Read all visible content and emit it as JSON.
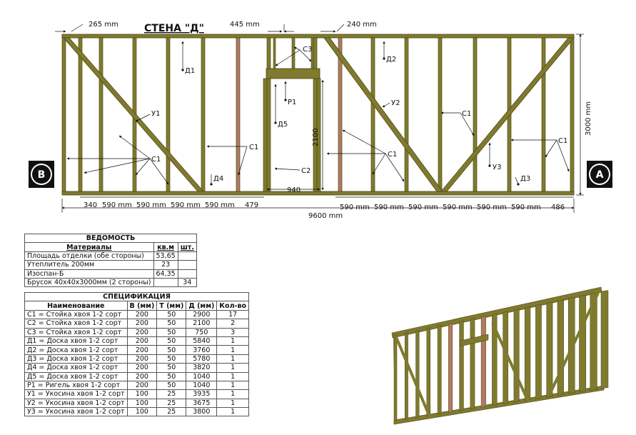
{
  "drawing": {
    "title": "СТЕНА \"Д\"",
    "side_left": "В",
    "side_right": "А",
    "dims_top": {
      "left": "265 mm",
      "center": "445 mm",
      "right": "240 mm"
    },
    "dims_bottom_left": [
      "340",
      "590 mm",
      "590 mm",
      "590 mm",
      "590 mm",
      "479"
    ],
    "dim_940": "940",
    "dims_bottom_right": [
      "590 mm",
      "590 mm",
      "590 mm",
      "590 mm",
      "590 mm",
      "590 mm",
      "486"
    ],
    "dim_total": "9600 mm",
    "dim_height": "3000 mm",
    "dim_door": "2100",
    "labels": {
      "d1": "Д1",
      "d2": "Д2",
      "d3": "Д3",
      "d4": "Д4",
      "d5": "Д5",
      "c1a": "С1",
      "c1b": "С1",
      "c1c": "С1",
      "c1d": "С1",
      "c1e": "С1",
      "c2": "С2",
      "c3": "С3",
      "r1": "Р1",
      "u1": "У1",
      "u2": "У2",
      "u3": "У3"
    }
  },
  "vedomost": {
    "title": "ВЕДОМОСТЬ",
    "headers": [
      "Материалы",
      "кв.м",
      "шт."
    ],
    "rows": [
      [
        "Площадь отделки (обе стороны)",
        "53,65",
        ""
      ],
      [
        "Утеплитель 200мм",
        "23",
        ""
      ],
      [
        "Изоспан-Б",
        "64,35",
        ""
      ],
      [
        "Брусок 40х40х3000мм (2 стороны)",
        "",
        "34"
      ]
    ]
  },
  "spec": {
    "title": "СПЕЦИФИКАЦИЯ",
    "headers": [
      "Наименование",
      "В (мм)",
      "Т (мм)",
      "Д (мм)",
      "Кол-во"
    ],
    "rows": [
      [
        "С1 = Стойка хвоя 1-2 сорт",
        "200",
        "50",
        "2900",
        "17"
      ],
      [
        "С2 = Стойка хвоя 1-2 сорт",
        "200",
        "50",
        "2100",
        "2"
      ],
      [
        "С3 = Стойка хвоя 1-2 сорт",
        "200",
        "50",
        "750",
        "3"
      ],
      [
        "Д1 = Доска хвоя 1-2 сорт",
        "200",
        "50",
        "5840",
        "1"
      ],
      [
        "Д2 = Доска хвоя 1-2 сорт",
        "200",
        "50",
        "3760",
        "1"
      ],
      [
        "Д3 = Доска хвоя 1-2 сорт",
        "200",
        "50",
        "5780",
        "1"
      ],
      [
        "Д4 = Доска хвоя 1-2 сорт",
        "200",
        "50",
        "3820",
        "1"
      ],
      [
        "Д5 = Доска хвоя 1-2 сорт",
        "200",
        "50",
        "1040",
        "1"
      ],
      [
        "Р1 = Ригель хвоя 1-2 сорт",
        "200",
        "50",
        "1040",
        "1"
      ],
      [
        "У1 = Укосина хвоя 1-2 сорт",
        "100",
        "25",
        "3935",
        "1"
      ],
      [
        "У2 = Укосина хвоя 1-2 сорт",
        "100",
        "25",
        "3675",
        "1"
      ],
      [
        "У3 = Укосина хвоя 1-2 сорт",
        "100",
        "25",
        "3800",
        "1"
      ]
    ]
  },
  "colors": {
    "wood": "#7f7a2e",
    "wood_dark": "#4d4a17",
    "wood_red": "#b07a62",
    "wood_light": "#a39e52"
  }
}
